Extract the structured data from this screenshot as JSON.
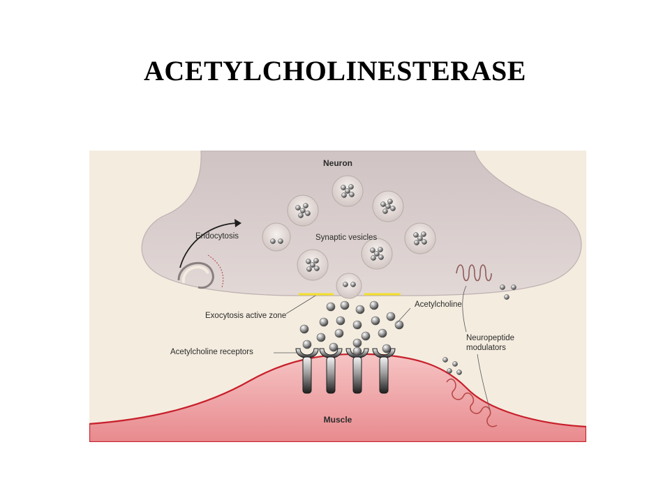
{
  "slide": {
    "title": "ACETYLCHOLINESTERASE"
  },
  "diagram": {
    "labels": {
      "neuron": "Neuron",
      "endocytosis": "Endocytosis",
      "synaptic_vesicles": "Synaptic vesicles",
      "exocytosis_active_zone": "Exocytosis active zone",
      "acetylcholine": "Acetylcholine",
      "acetylcholine_receptors": "Acetylcholine receptors",
      "neuropeptide_line1": "Neuropeptide",
      "neuropeptide_line2": "modulators",
      "muscle": "Muscle"
    },
    "colors": {
      "background": "#f4ecdf",
      "neuron": "#d9cdcd",
      "neuron_edge": "#bfb0b0",
      "vesicle": "#ece5e2",
      "muscle": "#f2b5b5",
      "muscle_edge": "#c8202c",
      "active_zone": "#f5e12a",
      "receptor_dark": "#2a2a2a"
    }
  }
}
